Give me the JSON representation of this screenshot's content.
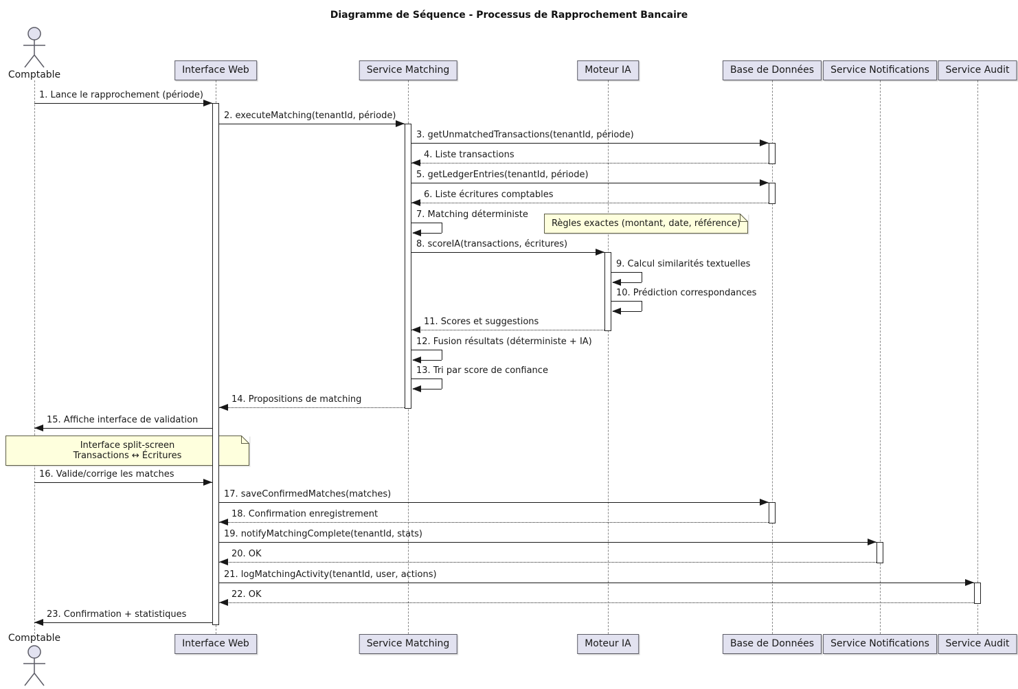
{
  "title": "Diagramme de Séquence - Processus de Rapprochement Bancaire",
  "actor": {
    "name": "Comptable"
  },
  "participants": [
    {
      "id": "interface-web",
      "label": "Interface Web"
    },
    {
      "id": "service-matching",
      "label": "Service Matching"
    },
    {
      "id": "moteur-ia",
      "label": "Moteur IA"
    },
    {
      "id": "base-de-donnees",
      "label": "Base de Données"
    },
    {
      "id": "service-notifications",
      "label": "Service Notifications"
    },
    {
      "id": "service-audit",
      "label": "Service Audit"
    }
  ],
  "messages": [
    {
      "num": 1,
      "from": "comptable",
      "to": "interface-web",
      "kind": "solid",
      "label": "1. Lance le rapprochement (période)"
    },
    {
      "num": 2,
      "from": "interface-web",
      "to": "service-matching",
      "kind": "solid",
      "label": "2. executeMatching(tenantId, période)"
    },
    {
      "num": 3,
      "from": "service-matching",
      "to": "base-de-donnees",
      "kind": "solid",
      "label": "3. getUnmatchedTransactions(tenantId, période)"
    },
    {
      "num": 4,
      "from": "base-de-donnees",
      "to": "service-matching",
      "kind": "dashed",
      "label": "4. Liste transactions"
    },
    {
      "num": 5,
      "from": "service-matching",
      "to": "base-de-donnees",
      "kind": "solid",
      "label": "5. getLedgerEntries(tenantId, période)"
    },
    {
      "num": 6,
      "from": "base-de-donnees",
      "to": "service-matching",
      "kind": "dashed",
      "label": "6. Liste écritures comptables"
    },
    {
      "num": 7,
      "from": "service-matching",
      "to": "service-matching",
      "kind": "self",
      "label": "7. Matching déterministe"
    },
    {
      "num": 8,
      "from": "service-matching",
      "to": "moteur-ia",
      "kind": "solid",
      "label": "8. scoreIA(transactions, écritures)"
    },
    {
      "num": 9,
      "from": "moteur-ia",
      "to": "moteur-ia",
      "kind": "self",
      "label": "9. Calcul similarités textuelles"
    },
    {
      "num": 10,
      "from": "moteur-ia",
      "to": "moteur-ia",
      "kind": "self",
      "label": "10. Prédiction correspondances"
    },
    {
      "num": 11,
      "from": "moteur-ia",
      "to": "service-matching",
      "kind": "dashed",
      "label": "11. Scores et suggestions"
    },
    {
      "num": 12,
      "from": "service-matching",
      "to": "service-matching",
      "kind": "self",
      "label": "12. Fusion résultats (déterministe + IA)"
    },
    {
      "num": 13,
      "from": "service-matching",
      "to": "service-matching",
      "kind": "self",
      "label": "13. Tri par score de confiance"
    },
    {
      "num": 14,
      "from": "service-matching",
      "to": "interface-web",
      "kind": "dashed",
      "label": "14. Propositions de matching"
    },
    {
      "num": 15,
      "from": "interface-web",
      "to": "comptable",
      "kind": "solid",
      "label": "15. Affiche interface de validation"
    },
    {
      "num": 16,
      "from": "comptable",
      "to": "interface-web",
      "kind": "solid",
      "label": "16. Valide/corrige les matches"
    },
    {
      "num": 17,
      "from": "interface-web",
      "to": "base-de-donnees",
      "kind": "solid",
      "label": "17. saveConfirmedMatches(matches)"
    },
    {
      "num": 18,
      "from": "base-de-donnees",
      "to": "interface-web",
      "kind": "dashed",
      "label": "18. Confirmation enregistrement"
    },
    {
      "num": 19,
      "from": "interface-web",
      "to": "service-notifications",
      "kind": "solid",
      "label": "19. notifyMatchingComplete(tenantId, stats)"
    },
    {
      "num": 20,
      "from": "service-notifications",
      "to": "interface-web",
      "kind": "dashed",
      "label": "20. OK"
    },
    {
      "num": 21,
      "from": "interface-web",
      "to": "service-audit",
      "kind": "solid",
      "label": "21. logMatchingActivity(tenantId, user, actions)"
    },
    {
      "num": 22,
      "from": "service-audit",
      "to": "interface-web",
      "kind": "dashed",
      "label": "22. OK"
    },
    {
      "num": 23,
      "from": "interface-web",
      "to": "comptable",
      "kind": "solid",
      "label": "23. Confirmation + statistiques"
    }
  ],
  "notes": [
    {
      "id": "note-regles-exactes",
      "lines": [
        "Règles exactes (montant, date, référence)"
      ]
    },
    {
      "id": "note-split-screen",
      "lines": [
        "Interface split-screen",
        "Transactions ↔ Écritures"
      ]
    }
  ],
  "colors": {
    "participant_fill": "#E2E2F0",
    "participant_border": "#5C5C66",
    "note_fill": "#FEFFDD",
    "note_border": "#5C5C44",
    "line": "#181818",
    "lifeline": "#8A8A8A",
    "background": "#FFFFFF"
  }
}
